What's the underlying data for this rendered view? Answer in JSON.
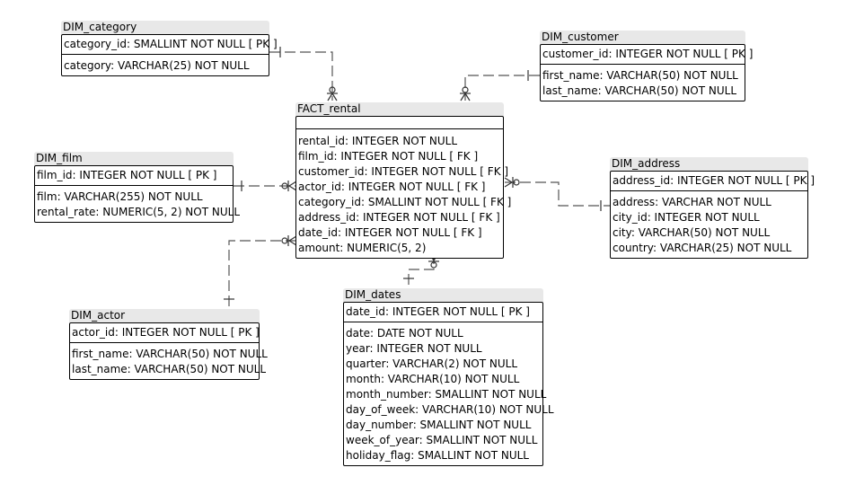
{
  "entities": {
    "dim_category": {
      "name": "DIM_category",
      "key": "category_id: SMALLINT   NOT NULL  [ PK ]",
      "attributes": [
        "category: VARCHAR(25)   NOT NULL"
      ]
    },
    "dim_customer": {
      "name": "DIM_customer",
      "key": "customer_id: INTEGER   NOT NULL  [ PK ]",
      "attributes": [
        "first_name: VARCHAR(50)   NOT NULL",
        "last_name: VARCHAR(50)   NOT NULL"
      ]
    },
    "fact_rental": {
      "name": "FACT_rental",
      "attributes": [
        "rental_id: INTEGER   NOT NULL",
        "film_id: INTEGER   NOT NULL  [ FK ]",
        "customer_id: INTEGER   NOT NULL  [ FK ]",
        "actor_id: INTEGER   NOT NULL  [ FK ]",
        "category_id: SMALLINT   NOT NULL  [ FK ]",
        "address_id: INTEGER   NOT NULL  [ FK ]",
        "date_id: INTEGER   NOT NULL  [ FK ]",
        "amount: NUMERIC(5, 2)"
      ]
    },
    "dim_film": {
      "name": "DIM_film",
      "key": "film_id: INTEGER   NOT NULL  [ PK ]",
      "attributes": [
        "film: VARCHAR(255)   NOT NULL",
        "rental_rate: NUMERIC(5, 2)   NOT NULL"
      ]
    },
    "dim_address": {
      "name": "DIM_address",
      "key": "address_id: INTEGER   NOT NULL  [ PK ]",
      "attributes": [
        "address: VARCHAR   NOT NULL",
        "city_id: INTEGER   NOT NULL",
        "city: VARCHAR(50)   NOT NULL",
        "country: VARCHAR(25)   NOT NULL"
      ]
    },
    "dim_actor": {
      "name": "DIM_actor",
      "key": "actor_id: INTEGER   NOT NULL  [ PK ]",
      "attributes": [
        "first_name: VARCHAR(50)   NOT NULL",
        "last_name: VARCHAR(50)   NOT NULL"
      ]
    },
    "dim_dates": {
      "name": "DIM_dates",
      "key": "date_id: INTEGER   NOT NULL  [ PK ]",
      "attributes": [
        "date: DATE   NOT NULL",
        "year: INTEGER   NOT NULL",
        "quarter: VARCHAR(2)   NOT NULL",
        "month: VARCHAR(10)   NOT NULL",
        "month_number: SMALLINT   NOT NULL",
        "day_of_week: VARCHAR(10)   NOT NULL",
        "day_number: SMALLINT   NOT NULL",
        "week_of_year: SMALLINT   NOT NULL",
        "holiday_flag: SMALLINT   NOT NULL"
      ]
    }
  },
  "colors": {
    "line": "#555555",
    "header_bg": "#e8e8e8",
    "border": "#000000"
  }
}
